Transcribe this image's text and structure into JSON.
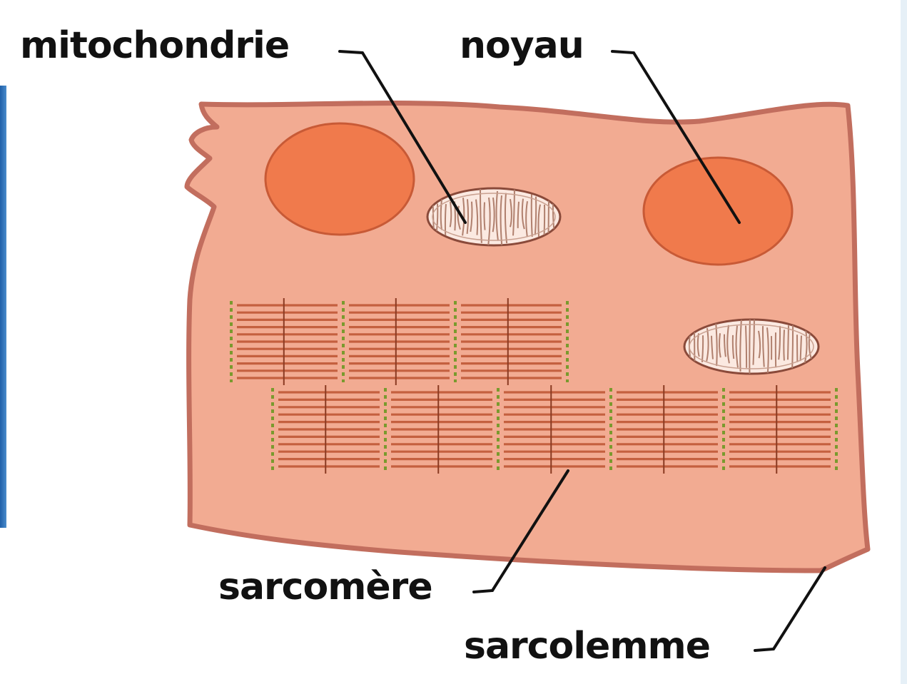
{
  "labels": {
    "mitochondrie": "mitochondrie",
    "noyau": "noyau",
    "sarcomere": "sarcomère",
    "sarcolemme": "sarcolemme"
  },
  "colors": {
    "cell_fill": "#f2ab92",
    "cell_outline": "#c26e5e",
    "nucleus_fill": "#f07a4c",
    "nucleus_outline": "#c85a36",
    "mito_fill": "#fbe9e1",
    "mito_outline": "#8a4a3a",
    "myofilament": "#c4603f",
    "z_line": "#7a9a2e",
    "leader_line": "#111111",
    "left_edge": "#2a6fb5"
  }
}
